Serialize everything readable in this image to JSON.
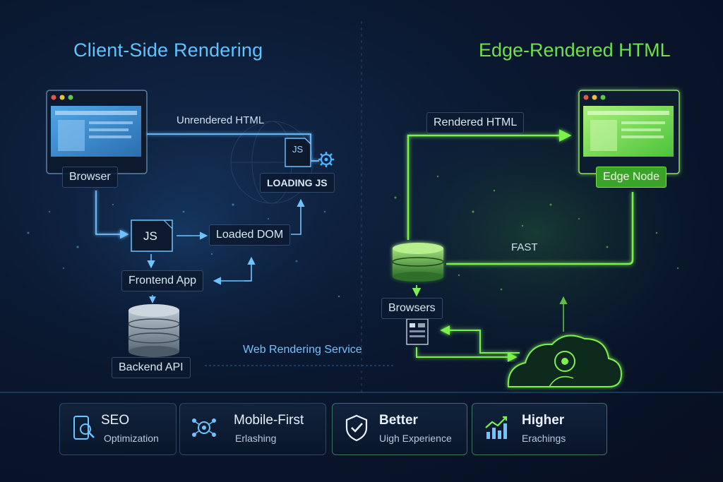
{
  "titles": {
    "left": "Client-Side Rendering",
    "right": "Edge-Rendered HTML"
  },
  "left": {
    "browser": "Browser",
    "unrendered_html": "Unrendered HTML",
    "js_doc": "JS",
    "loading_js": "LOADING JS",
    "js_file": "JS",
    "loaded_dom": "Loaded DOM",
    "frontend_app": "Frontend App",
    "backend_api": "Backend API"
  },
  "right": {
    "rendered_html": "Rendered HTML",
    "edge_node": "Edge Node",
    "fast": "FAST",
    "browsers": "Browsers"
  },
  "center": {
    "web_rendering_service": "Web Rendering Service"
  },
  "cards": [
    {
      "title": "SEO",
      "subtitle": "Optimization",
      "icon": "seo-icon"
    },
    {
      "title": "Mobile-First",
      "subtitle": "Erlashing",
      "icon": "mobile-network-icon"
    },
    {
      "title": "Better",
      "subtitle": "Uigh Experience",
      "icon": "shield-check-icon"
    },
    {
      "title": "Higher",
      "subtitle": "Erachings",
      "icon": "bar-chart-icon"
    }
  ],
  "colors": {
    "blue_accent": "#5cc4ff",
    "green_accent": "#6fe04a",
    "background": "#0a1830"
  }
}
